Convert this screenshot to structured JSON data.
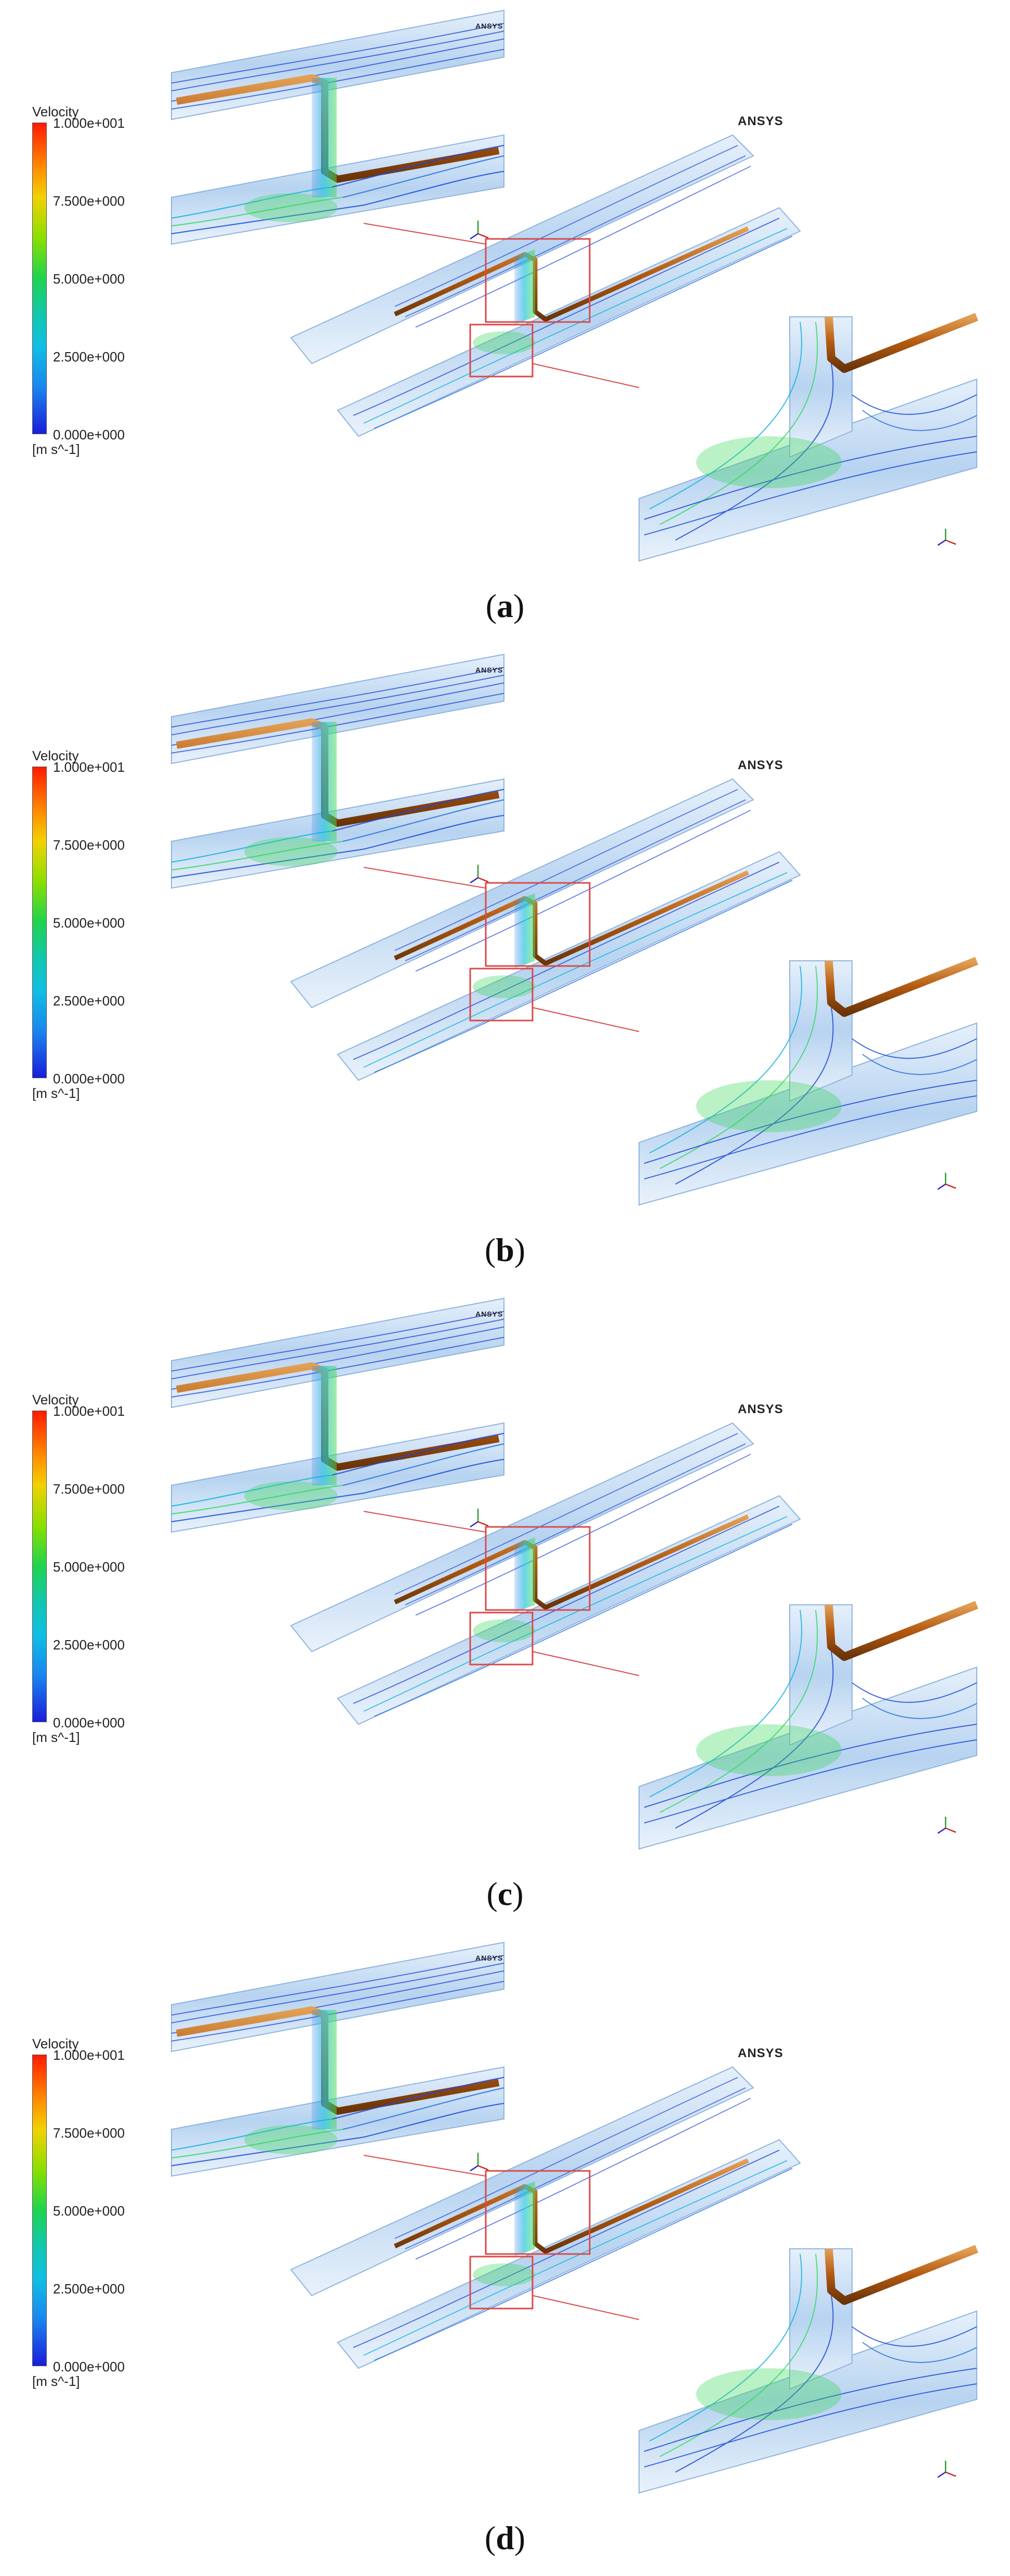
{
  "legend": {
    "title": "Velocity",
    "ticks": [
      "1.000e+001",
      "7.500e+000",
      "5.000e+000",
      "2.500e+000",
      "0.000e+000"
    ],
    "unit": "[m s^-1]"
  },
  "brand": "ANSYS",
  "panels": [
    {
      "id": "a",
      "caption_letter": "a"
    },
    {
      "id": "b",
      "caption_letter": "b"
    },
    {
      "id": "c",
      "caption_letter": "c"
    },
    {
      "id": "d",
      "caption_letter": "d"
    }
  ],
  "colors": {
    "pipe_fill": "#c9dff4",
    "stream_blue": "#1a3fd6",
    "stream_cyan": "#12b8e0",
    "stream_green": "#3fdc4a",
    "orange_pipe": "#c06a1a",
    "callout_red": "#d94a4a"
  }
}
